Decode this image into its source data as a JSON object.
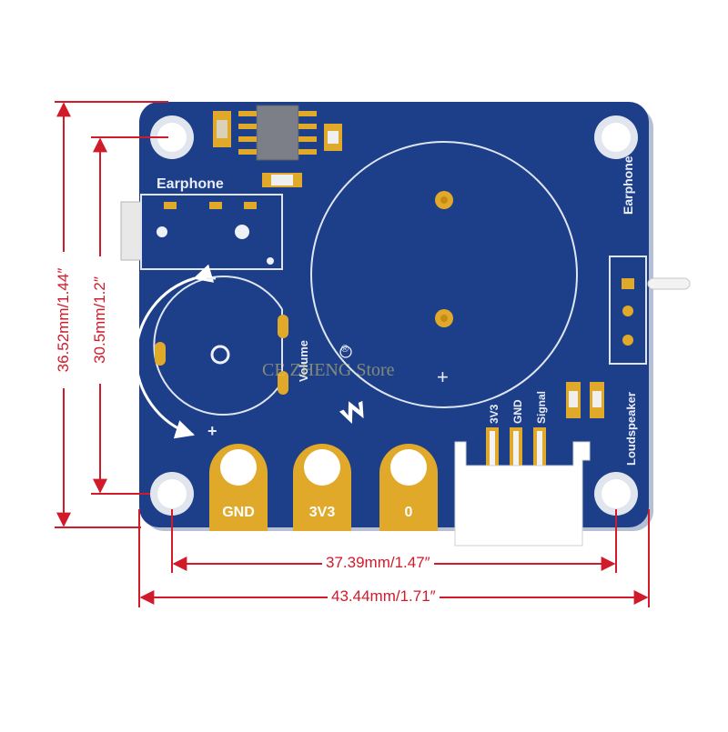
{
  "silkscreen": {
    "earphone_top": "Earphone",
    "earphone_right": "Earphone",
    "volume": "Volume",
    "loudspeaker": "Loudspeaker",
    "minus": "−",
    "plus": "+",
    "speaker_plus": "+",
    "header_3v3": "3V3",
    "header_gnd": "GND",
    "header_signal": "Signal",
    "registered": "®"
  },
  "pins": {
    "gnd": "GND",
    "v33": "3V3",
    "p0": "0"
  },
  "dimensions": {
    "width_inner": "37.39mm/1.47″",
    "width_outer": "43.44mm/1.71″",
    "height_outer": "36.52mm/1.44″",
    "height_inner": "30.5mm/1.2″"
  },
  "watermark": "CE ZHENG Store",
  "colors": {
    "pcb": "#1d3f8a",
    "pad_gold": "#e1a92a",
    "dimension": "#d11a2a",
    "silk": "#e9edf7"
  }
}
